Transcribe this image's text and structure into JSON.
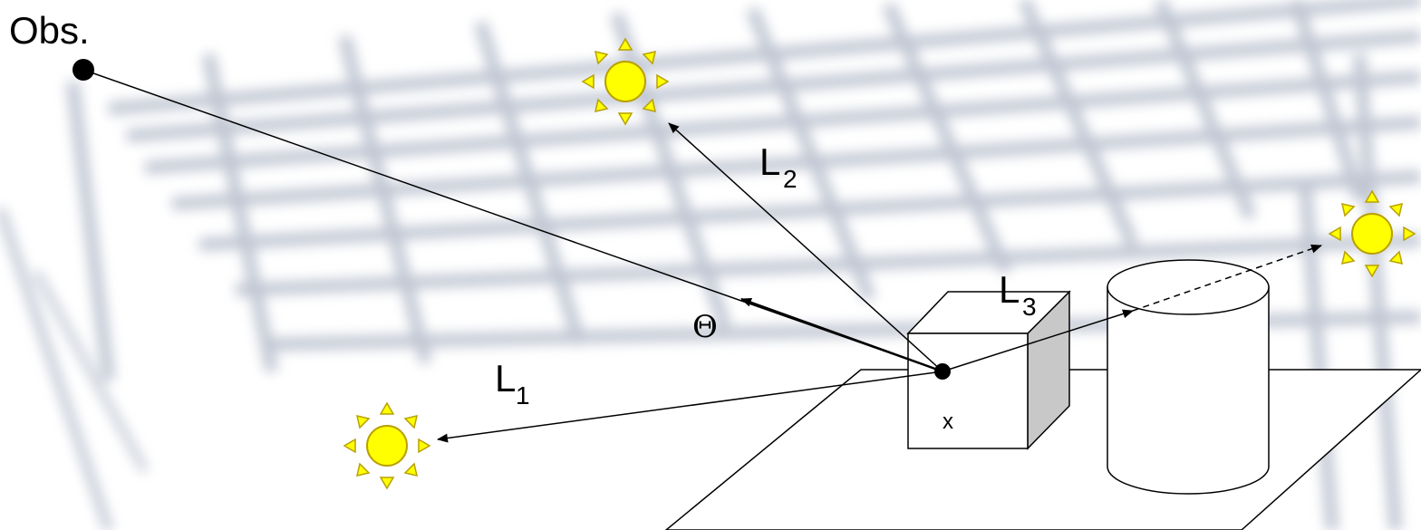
{
  "labels": {
    "observer": "Obs.",
    "point": "x",
    "theta": "Θ",
    "light1_main": "L",
    "light1_sub": "1",
    "light2_main": "L",
    "light2_sub": "2",
    "light3_main": "L",
    "light3_sub": "3"
  },
  "colors": {
    "sun_fill": "#ffff00",
    "sun_stroke": "#b8a000",
    "grid": "#8c97ae",
    "line": "#000000"
  },
  "icons": {
    "light_source": "sun-icon",
    "observer": "dot-icon"
  }
}
